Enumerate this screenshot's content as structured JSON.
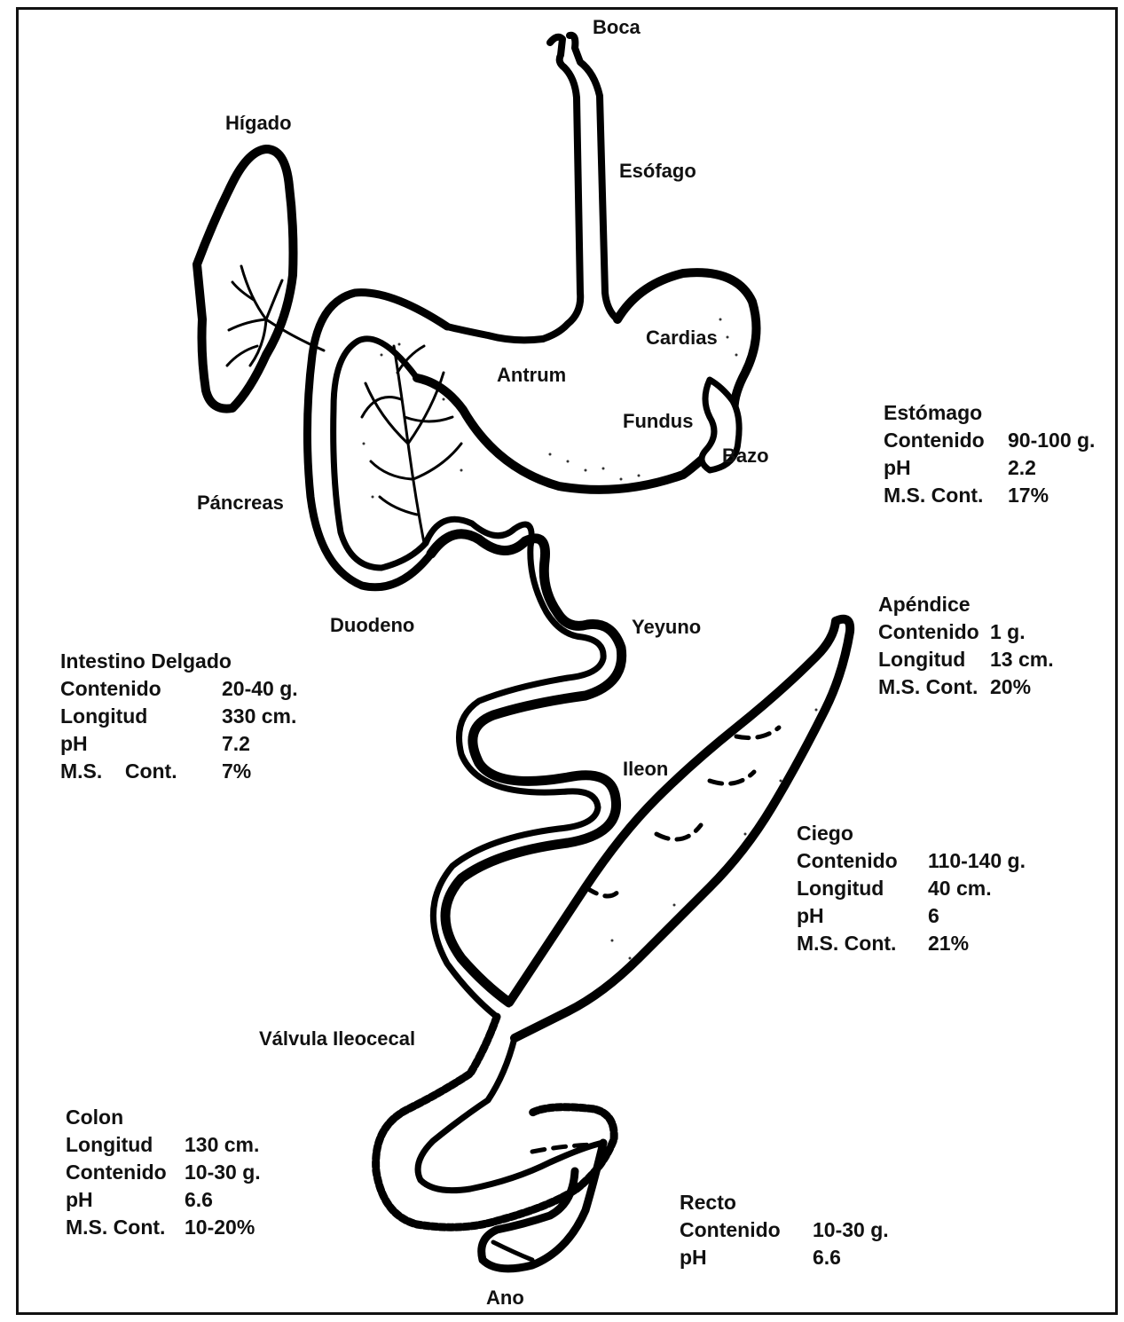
{
  "labels": {
    "boca": "Boca",
    "esofago": "Esófago",
    "higado": "Hígado",
    "cardias": "Cardias",
    "antrum": "Antrum",
    "fundus": "Fundus",
    "bazo": "Bazo",
    "pancreas": "Páncreas",
    "duodeno": "Duodeno",
    "yeyuno": "Yeyuno",
    "ileon": "Ileon",
    "valvula": "Válvula Ileocecal",
    "ano": "Ano"
  },
  "blocks": {
    "estomago": {
      "title": "Estómago",
      "rows": [
        {
          "k": "Contenido",
          "v": "90-100 g."
        },
        {
          "k": "pH",
          "v": "2.2"
        },
        {
          "k": "M.S. Cont.",
          "v": "17%"
        }
      ]
    },
    "apendice": {
      "title": "Apéndice",
      "rows": [
        {
          "k": "Contenido",
          "v": "1 g."
        },
        {
          "k": "Longitud",
          "v": "13 cm."
        },
        {
          "k": "M.S. Cont.",
          "v": "20%"
        }
      ]
    },
    "intestino": {
      "title": "Intestino Delgado",
      "rows": [
        {
          "k": "Contenido",
          "v": "20-40 g."
        },
        {
          "k": "Longitud",
          "v": "330 cm."
        },
        {
          "k": "pH",
          "v": "7.2"
        },
        {
          "k": "M.S.    Cont.",
          "v": "7%"
        }
      ]
    },
    "ciego": {
      "title": "Ciego",
      "rows": [
        {
          "k": "Contenido",
          "v": "110-140 g."
        },
        {
          "k": "Longitud",
          "v": "40 cm."
        },
        {
          "k": "pH",
          "v": "6"
        },
        {
          "k": "M.S. Cont.",
          "v": "21%"
        }
      ]
    },
    "colon": {
      "title": "Colon",
      "rows": [
        {
          "k": "Longitud",
          "v": "130 cm."
        },
        {
          "k": "Contenido",
          "v": "10-30 g."
        },
        {
          "k": "pH",
          "v": "6.6"
        },
        {
          "k": "M.S. Cont.",
          "v": "10-20%"
        }
      ]
    },
    "recto": {
      "title": "Recto",
      "rows": [
        {
          "k": "Contenido",
          "v": "10-30 g."
        },
        {
          "k": "pH",
          "v": "6.6"
        }
      ]
    }
  }
}
